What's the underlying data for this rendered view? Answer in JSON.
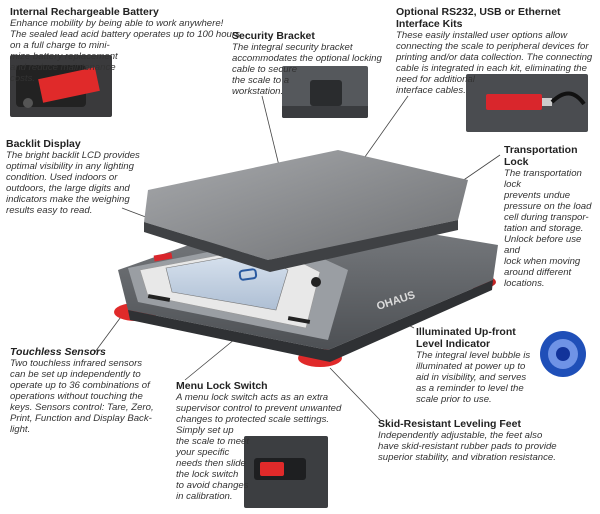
{
  "callouts": {
    "battery": {
      "title": "Internal Rechargeable Battery",
      "body": "Enhance mobility by being able to work anywhere!\nThe sealed lead acid battery operates up to 100 hours\non a full charge to mini-\nmize battery replacement\nand reduce maintenance\ncosts."
    },
    "security": {
      "title": "Security Bracket",
      "body": "The integral security bracket\naccommodates the optional locking\ncable to secure\nthe scale to a\nworkstation."
    },
    "interface": {
      "title": "Optional RS232, USB or Ethernet Interface Kits",
      "body": "These easily installed user options allow\nconnecting the scale to peripheral devices for\nprinting and/or data collection.  The connecting\ncable is integrated in each kit, eliminating the\nneed for additional\ninterface cables."
    },
    "backlit": {
      "title": "Backlit Display",
      "body": "The bright backlit LCD provides\noptimal visibility in any lighting\ncondition.  Used indoors or\noutdoors, the large digits and\nindicators make the weighing\nresults easy to read."
    },
    "transport": {
      "title": "Transportation Lock",
      "body": "The transportation lock\nprevents undue\npressure on the load\ncell during transpor-\ntation and storage.\nUnlock before use and\nlock when moving\naround different\nlocations."
    },
    "level": {
      "title": "Illuminated Up-front\nLevel Indicator",
      "body": "The integral level bubble is\nilluminated at power up to\naid in visibility, and serves\nas a reminder to level the scale prior to use."
    },
    "touchless": {
      "title": "Touchless Sensors",
      "body": "Two touchless infrared sensors\ncan be set up independently to\noperate up to 36 combinations of\noperations without touching the\nkeys.  Sensors control: Tare, Zero,\nPrint, Function and Display Back-\nlight."
    },
    "menulock": {
      "title": "Menu Lock Switch",
      "body": "A menu lock switch acts as an extra\nsupervisor control to prevent unwanted\nchanges to protected scale settings.\nSimply set up\nthe scale to meet\nyour specific\nneeds then slide\nthe lock switch\nto avoid changes\nin calibration."
    },
    "feet": {
      "title": "Skid-Resistant Leveling Feet",
      "body": "Independently adjustable, the feet also\nhave skid-resistant rubber pads to provide\nsuperior stability, and vibration resistance."
    }
  },
  "scale": {
    "brand": "OHAUS"
  },
  "colors": {
    "housing": "#6b6e72",
    "feet": "#e02a2a",
    "pan": "#8a8c8f",
    "accent": "#d9262c"
  }
}
